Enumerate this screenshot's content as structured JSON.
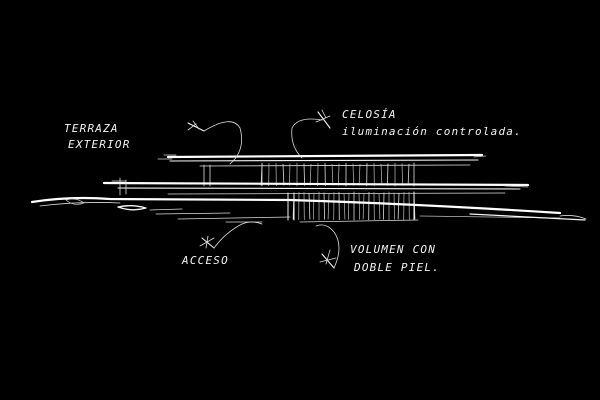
{
  "sketch": {
    "background_color": "#000000",
    "ink_color": "#f4f4f4",
    "labels": {
      "terrace_line1": "TERRAZA",
      "terrace_line2": "EXTERIOR",
      "lattice_line1": "CELOSÍA",
      "lattice_line2": "iluminación controlada.",
      "access": "ACCESO",
      "volume_line1": "VOLUMEN CON",
      "volume_line2": "DOBLE PIEL."
    }
  }
}
